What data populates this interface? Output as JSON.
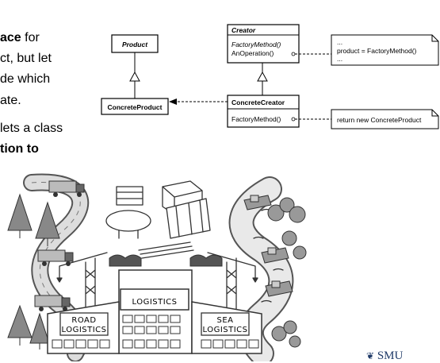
{
  "text": {
    "line1_pre": "",
    "line1_bold": "ace",
    "line1_post": " for",
    "line2": "ct, but let",
    "line3": "de which",
    "line4": "ate.",
    "line5": "lets a class",
    "line6_bold": "tion to"
  },
  "uml": {
    "product": "Product",
    "concrete_product": "ConcreteProduct",
    "creator": "Creator",
    "creator_method1": "FactoryMethod()",
    "creator_method2": "AnOperation()",
    "concrete_creator": "ConcreteCreator",
    "concrete_creator_method": "FactoryMethod()",
    "note1_line1": "...",
    "note1_line2": "product = FactoryMethod()",
    "note1_line3": "...",
    "note2": "return new ConcreteProduct"
  },
  "illustration": {
    "main_sign": "LOGISTICS",
    "road_line1": "ROAD",
    "road_line2": "LOGISTICS",
    "sea_line1": "SEA",
    "sea_line2": "LOGISTICS"
  },
  "logo": {
    "text": "SMU"
  }
}
